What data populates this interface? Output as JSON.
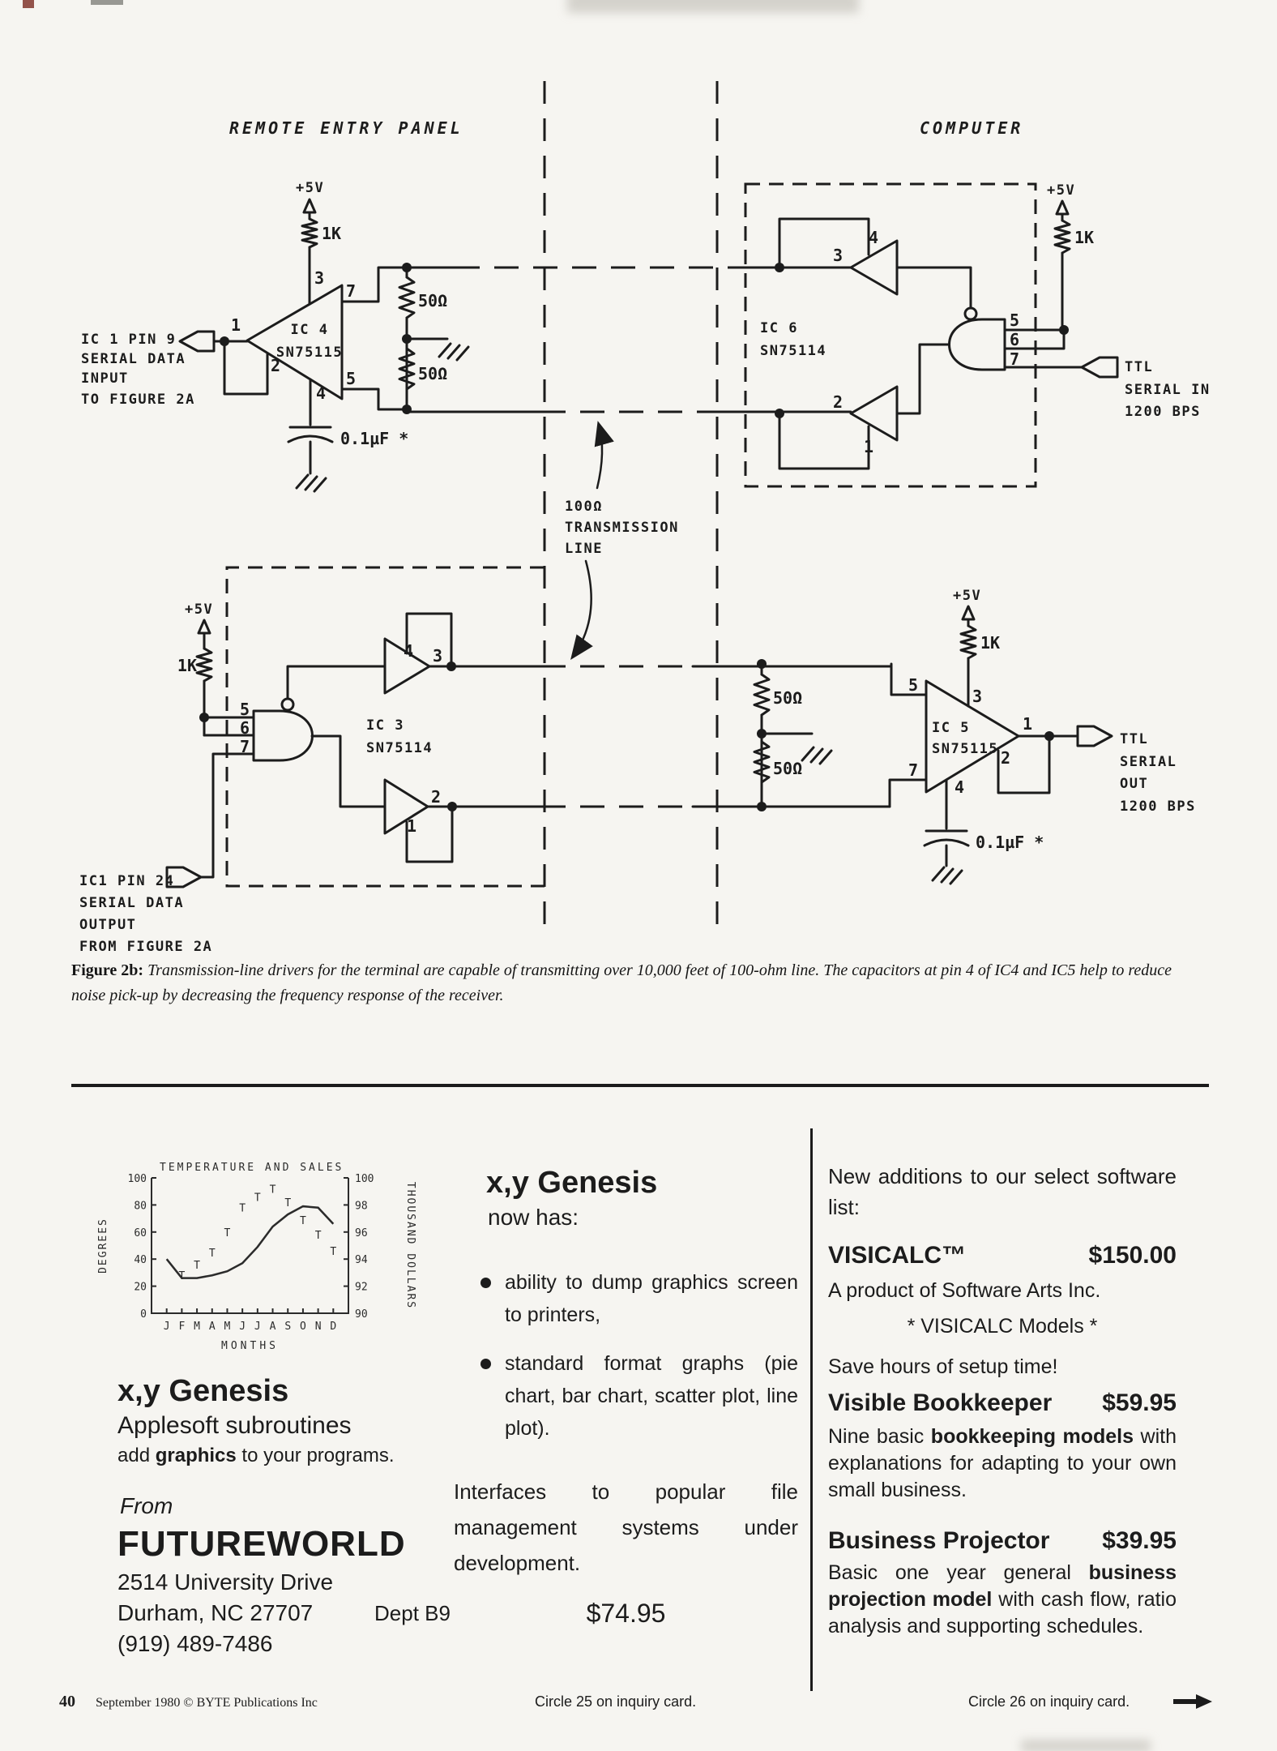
{
  "figure": {
    "caption_label": "Figure 2b:",
    "caption_text": " Transmission-line drivers for the terminal are capable of transmitting over 10,000 feet of 100-ohm line. The capacitors at pin 4 of IC4 and IC5 help to reduce noise pick-up by decreasing the frequency response of the receiver.",
    "schematic": {
      "title_left": "REMOTE ENTRY PANEL",
      "title_right": "COMPUTER",
      "vcc": "+5V",
      "r_1k": "1K",
      "r_50": "50Ω",
      "cap": "0.1µF *",
      "tline_1": "100Ω",
      "tline_2": "TRANSMISSION",
      "tline_3": "LINE",
      "ic4_name": "IC 4",
      "ic4_part": "SN75115",
      "ic6_name": "IC 6",
      "ic6_part": "SN75114",
      "ic3_name": "IC 3",
      "ic3_part": "SN75114",
      "ic5_name": "IC 5",
      "ic5_part": "SN75115",
      "serial_in_ref": [
        "IC 1  PIN 9",
        "SERIAL DATA",
        "INPUT",
        "TO FIGURE 2A"
      ],
      "serial_out_ref": [
        "IC1  PIN 24",
        "SERIAL DATA",
        "OUTPUT",
        "FROM FIGURE 2A"
      ],
      "ttl_in": [
        "TTL",
        "SERIAL IN",
        "1200 BPS"
      ],
      "ttl_out": [
        "TTL",
        "SERIAL",
        "OUT",
        "1200 BPS"
      ],
      "pins": {
        "p1": "1",
        "p2": "2",
        "p3": "3",
        "p4": "4",
        "p5": "5",
        "p6": "6",
        "p7": "7"
      }
    }
  },
  "ad_left": {
    "product": "x,y Genesis",
    "subtitle": "Applesoft subroutines",
    "tagline_pre": "add ",
    "tagline_bold": "graphics",
    "tagline_post": " to your programs.",
    "from": "From",
    "company": "FUTUREWORLD",
    "address1": "2514 University Drive",
    "address2": "Durham, NC  27707",
    "dept": "Dept B9",
    "phone": "(919) 489-7486"
  },
  "ad_middle": {
    "heading": "x,y Genesis",
    "subheading": "now has:",
    "bullet1": "ability to dump graphics screen to printers,",
    "bullet2": "standard format graphs (pie chart, bar chart, scatter plot, line plot).",
    "para": "Interfaces to popular file management systems under development.",
    "price": "$74.95"
  },
  "ad_right": {
    "intro": "New additions to our select software list:",
    "visicalc_name": "VISICALC™",
    "visicalc_price": "$150.00",
    "visicalc_by": "A product of Software Arts Inc.",
    "visicalc_models": "*  VISICALC Models  *",
    "save_hours": "Save hours of setup time!",
    "bookkeeper_name": "Visible Bookkeeper",
    "bookkeeper_price": "$59.95",
    "bookkeeper_desc_pre": "Nine basic ",
    "bookkeeper_desc_bold": "bookkeeping models",
    "bookkeeper_desc_post": " with explanations for adapting to your own small business.",
    "projector_name": "Business Projector",
    "projector_price": "$39.95",
    "projector_desc_pre": "Basic one year general ",
    "projector_desc_bold": "business projection model",
    "projector_desc_post": " with cash flow, ratio analysis and supporting schedules."
  },
  "footer": {
    "page_number": "40",
    "credit": "September 1980 © BYTE Publications Inc",
    "circle_left": "Circle 25 on inquiry card.",
    "circle_right": "Circle 26 on inquiry card."
  },
  "chart_data": {
    "type": "line",
    "title": "TEMPERATURE AND SALES",
    "xlabel": "MONTHS",
    "ylabel_left": "DEGREES",
    "ylabel_right": "THOUSAND DOLLARS",
    "categories": [
      "J",
      "F",
      "M",
      "A",
      "M",
      "J",
      "J",
      "A",
      "S",
      "O",
      "N",
      "D"
    ],
    "left_axis": {
      "range": [
        0,
        100
      ],
      "ticks": [
        0,
        20,
        40,
        60,
        80,
        100
      ]
    },
    "right_axis": {
      "range": [
        90,
        100
      ],
      "ticks": [
        90,
        92,
        94,
        96,
        98,
        100
      ]
    },
    "grid": false,
    "series": [
      {
        "name": "temperature",
        "type": "scatter",
        "marker": "T",
        "axis": "left",
        "values": [
          null,
          28,
          36,
          45,
          60,
          78,
          86,
          92,
          82,
          69,
          58,
          46
        ]
      },
      {
        "name": "sales",
        "type": "line",
        "axis": "right",
        "values": [
          94.0,
          92.6,
          92.6,
          92.8,
          93.1,
          93.7,
          94.9,
          96.4,
          97.3,
          97.9,
          97.8,
          96.6
        ]
      }
    ]
  }
}
